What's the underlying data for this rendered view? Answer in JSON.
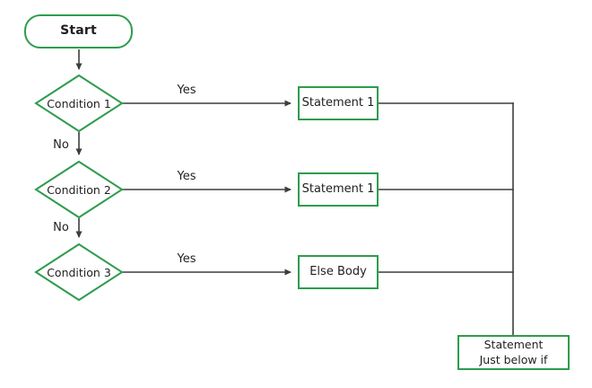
{
  "diagram": {
    "type": "flowchart",
    "description": "if / else-if / else control flow",
    "colors": {
      "node_border_green": "#2e9c4d",
      "connector_line": "#3d3d3d",
      "text": "#1f1f1f",
      "background": "#ffffff"
    },
    "nodes": {
      "start": {
        "label": "Start",
        "shape": "terminator"
      },
      "condition1": {
        "label": "Condition 1",
        "shape": "decision"
      },
      "condition2": {
        "label": "Condition 2",
        "shape": "decision"
      },
      "condition3": {
        "label": "Condition 3",
        "shape": "decision"
      },
      "statement1": {
        "label": "Statement 1",
        "shape": "process"
      },
      "statement2": {
        "label": "Statement 1",
        "shape": "process"
      },
      "else_body": {
        "label": "Else Body",
        "shape": "process"
      },
      "below_if": {
        "line1": "Statement",
        "line2": "Just below if",
        "shape": "process"
      }
    },
    "edge_labels": {
      "yes1": "Yes",
      "yes2": "Yes",
      "yes3": "Yes",
      "no1": "No",
      "no2": "No"
    }
  }
}
